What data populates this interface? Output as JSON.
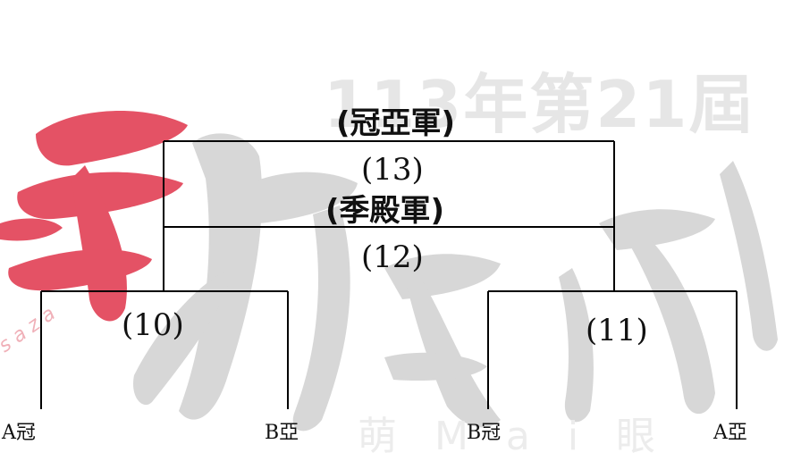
{
  "watermark": {
    "headline": "113年第21屆",
    "bottom_text": "萌 M  a  i  眼"
  },
  "bracket": {
    "final_label": "(冠亞軍)",
    "third_place_label": "(季殿軍)",
    "match_13": "(13)",
    "match_12": "(12)",
    "match_10": "(10)",
    "match_11": "(11)",
    "teams": [
      "A冠",
      "B亞",
      "B冠",
      "A亞"
    ]
  },
  "colors": {
    "line": "#000000",
    "text": "#111111",
    "watermark_red": "#e0354b",
    "watermark_gray": "#bdbdbd"
  }
}
